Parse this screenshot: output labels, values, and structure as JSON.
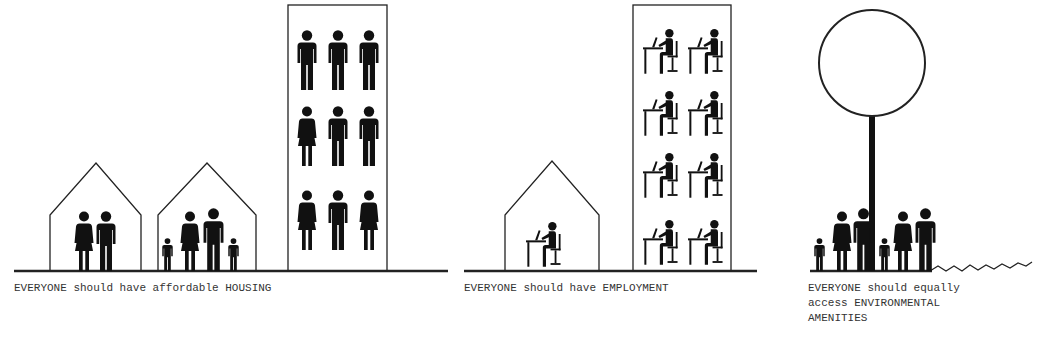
{
  "diagram": {
    "labels": [
      "EVERYONE should have affordable HOUSING",
      "EVERYONE should have EMPLOYMENT",
      "EVERYONE should equally access ENVIRONMENTAL AMENITIES"
    ]
  }
}
